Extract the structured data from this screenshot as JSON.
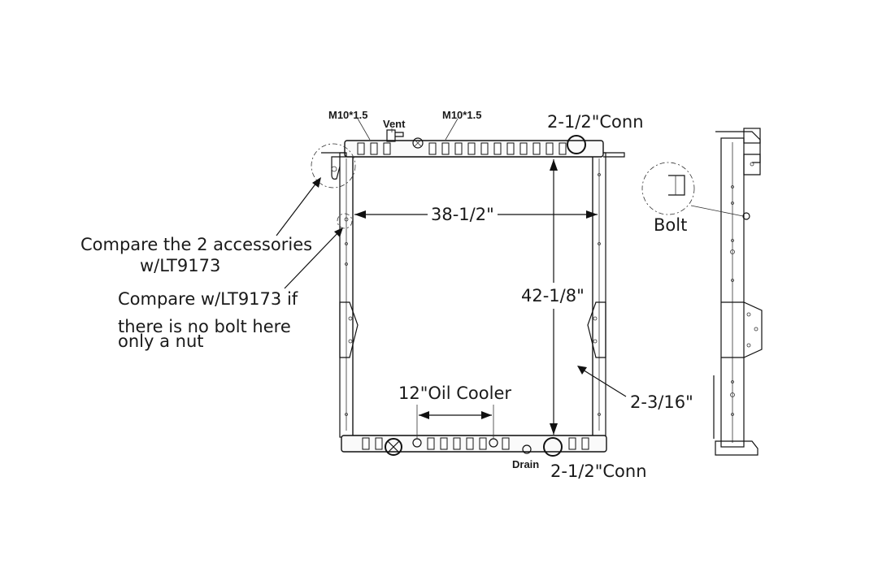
{
  "labels": {
    "thread_left": "M10*1.5",
    "vent": "Vent",
    "thread_right": "M10*1.5",
    "conn_top": "2-1/2\"Conn",
    "conn_bottom": "2-1/2\"Conn",
    "width_dim": "38-1/2\"",
    "height_dim": "42-1/8\"",
    "core_dim": "2-3/16\"",
    "oil_cooler": "12\"Oil Cooler",
    "drain": "Drain",
    "bolt": "Bolt"
  },
  "notes": {
    "accessories_line1": "Compare the 2 accessories",
    "accessories_line2": "w/LT9173",
    "bolt_line1": "Compare w/LT9173 if",
    "bolt_line2": "there is no bolt here",
    "bolt_line3": "only a nut"
  }
}
